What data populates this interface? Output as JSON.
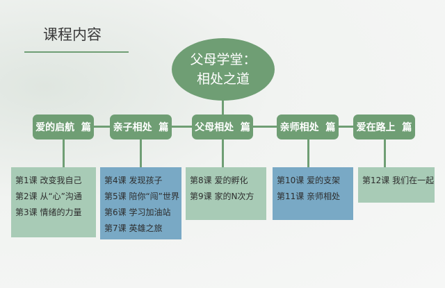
{
  "title": "课程内容",
  "center": {
    "line1": "父母学堂：",
    "line2": "相处之道"
  },
  "sections": [
    {
      "label": "爱的启航  篇",
      "lessons": [
        "第1课  改变我自己",
        "第2课  从“心”沟通",
        "第3课  情绪的力量"
      ]
    },
    {
      "label": "亲子相处  篇",
      "lessons": [
        "第4课  发现孩子",
        "第5课  陪你“闯”世界",
        "第6课  学习加油站",
        "第7课  英雄之旅"
      ]
    },
    {
      "label": "父母相处  篇",
      "lessons": [
        "第8课  爱的孵化",
        "第9课  家的N次方"
      ]
    },
    {
      "label": "亲师相处  篇",
      "lessons": [
        "第10课  爱的支架",
        "第11课  亲师相处"
      ]
    },
    {
      "label": "爱在路上  篇",
      "lessons": [
        "第12课 我们在一起"
      ]
    }
  ],
  "colors": {
    "green": "#6f9e74",
    "light_green": "#a8cbb6",
    "blue": "#79a9c5"
  }
}
